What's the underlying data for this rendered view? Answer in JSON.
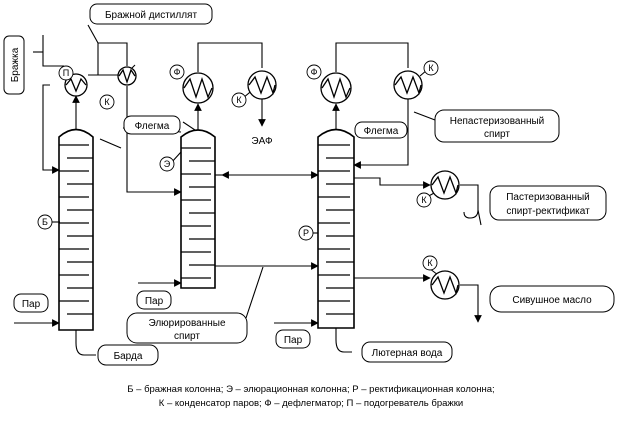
{
  "labels": {
    "brazhka": "Бражка",
    "brazhnoy_distillat": "Бражной дистиллят",
    "flegma_left": "Флегма",
    "flegma_right": "Флегма",
    "eaf": "ЭАФ",
    "nepasterizovanny": [
      "Непастеризованный",
      "спирт"
    ],
    "pasterizovanny": [
      "Пастеризованный",
      "спирт-ректификат"
    ],
    "sivushnoe": "Сивушное масло",
    "luternaya": "Лютерная вода",
    "barda": "Барда",
    "par_left": "Пар",
    "par_mid": "Пар",
    "par_right": "Пар",
    "elyurirovannye": [
      "Элюрированные",
      "спирт"
    ]
  },
  "tags": {
    "P_heater": "П",
    "K_left": "К",
    "F_mid": "Ф",
    "K_mid": "К",
    "F_right": "Ф",
    "K_right_top": "К",
    "K_past": "К",
    "K_sivush": "К",
    "B": "Б",
    "E": "Э",
    "R": "Р"
  },
  "caption": [
    "Б – бражная колонна; Э – элюрационная колонна; Р – ректификационная колонна;",
    "К – конденсатор паров; Ф – дефлегматор; П – подогреватель бражки"
  ],
  "colors": {
    "line": "#000000",
    "background": "#ffffff"
  }
}
